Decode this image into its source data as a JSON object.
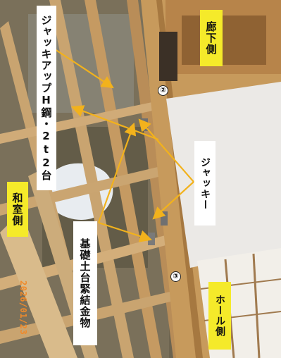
{
  "labels": {
    "corridor_side": "廊下側",
    "jack_up_beam": "ジャッキアップH鋼・2t2台",
    "washitsu_side": "和室側",
    "jacks": "ジャッキー",
    "foundation_hardware": "基礎土台緊結金物",
    "hall_side": "ホール側"
  },
  "markers": {
    "m2": "②",
    "m3": "③"
  },
  "date_stamp": "2026/01/23",
  "colors": {
    "label_yellow": "#f5ea2a",
    "arrow": "#f2b21c",
    "stamp": "#f08a2a"
  }
}
